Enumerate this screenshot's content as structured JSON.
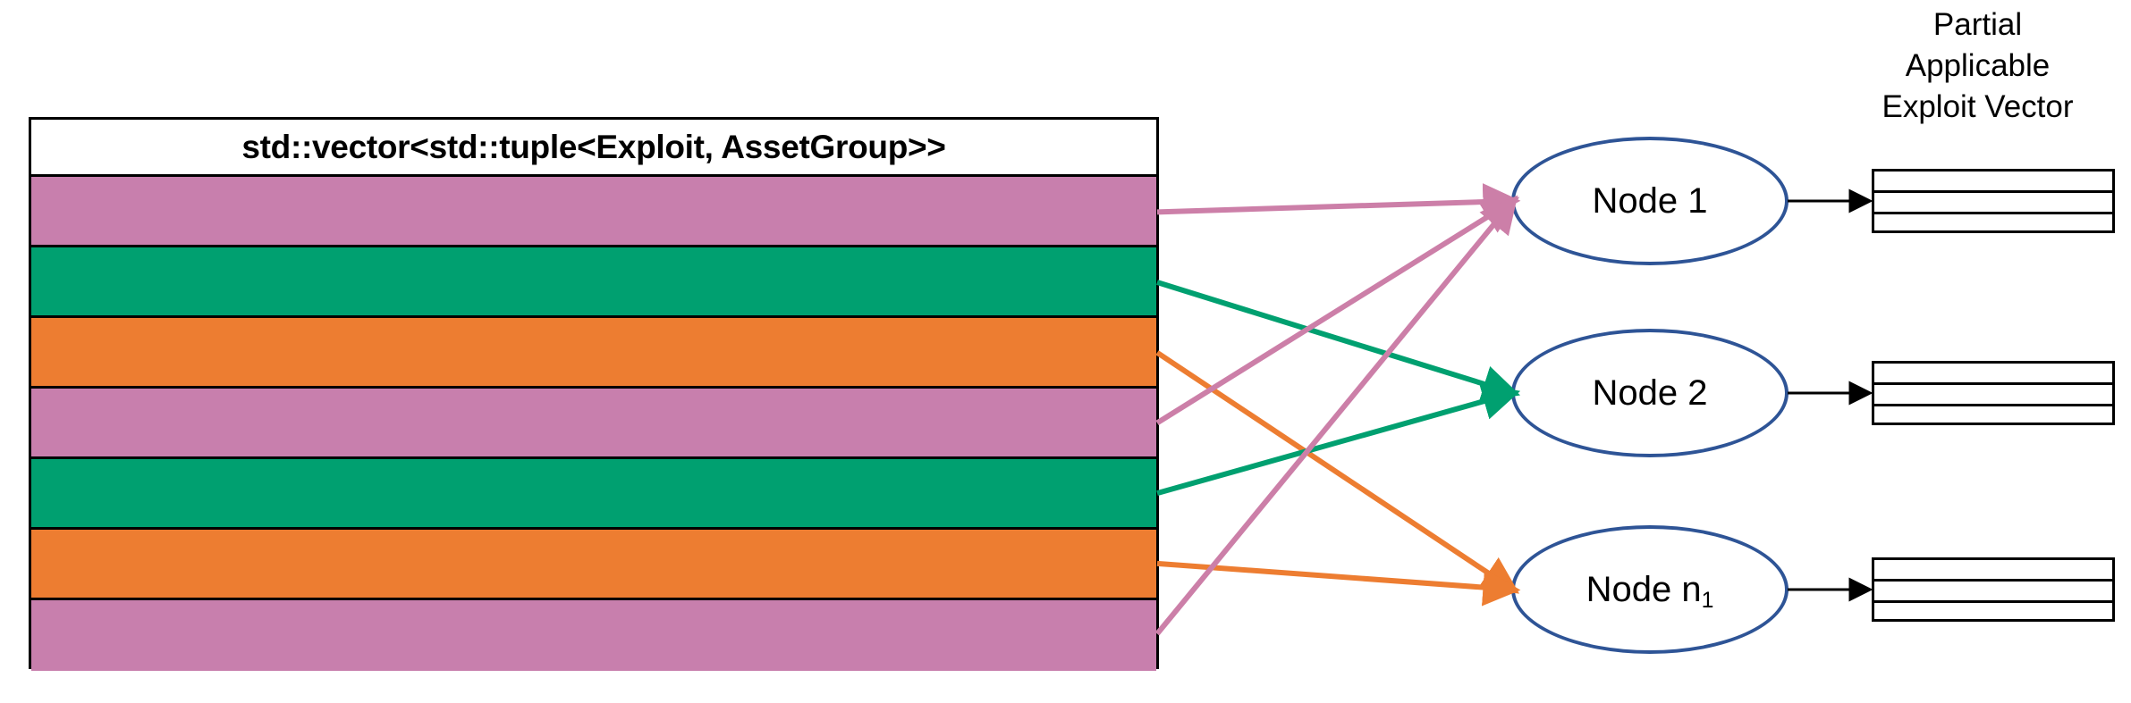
{
  "diagram": {
    "title": "std::vector<std::tuple<Exploit, AssetGroup>> distribution to nodes",
    "colors": {
      "pink": "#c87fad",
      "green": "#00a070",
      "orange": "#ed7d31",
      "node_stroke": "#2e5496",
      "border": "#000000",
      "background": "#ffffff",
      "arrow_pink": "#cc7fa8",
      "arrow_green": "#00a070",
      "arrow_orange": "#ed7d31",
      "arrow_black": "#000000"
    }
  },
  "vector_table": {
    "header_label": "std::vector<std::tuple<Exploit, AssetGroup>>",
    "rows": [
      {
        "index": 1,
        "group": "pink",
        "color": "#c87fad",
        "target_node": "Node 1"
      },
      {
        "index": 2,
        "group": "green",
        "color": "#00a070",
        "target_node": "Node 2"
      },
      {
        "index": 3,
        "group": "orange",
        "color": "#ed7d31",
        "target_node": "Node n1"
      },
      {
        "index": 4,
        "group": "pink",
        "color": "#c87fad",
        "target_node": "Node 1"
      },
      {
        "index": 5,
        "group": "green",
        "color": "#00a070",
        "target_node": "Node 2"
      },
      {
        "index": 6,
        "group": "orange",
        "color": "#ed7d31",
        "target_node": "Node n1"
      },
      {
        "index": 7,
        "group": "pink",
        "color": "#c87fad",
        "target_node": "Node 1"
      }
    ]
  },
  "nodes": [
    {
      "id": "node-1",
      "label_prefix": "Node 1",
      "label_sub": "",
      "full_label": "Node 1"
    },
    {
      "id": "node-2",
      "label_prefix": "Node 2",
      "label_sub": "",
      "full_label": "Node 2"
    },
    {
      "id": "node-n1",
      "label_prefix": "Node n",
      "label_sub": "1",
      "full_label": "Node n1"
    }
  ],
  "partial_applicable_exploit_vector": {
    "caption_lines": [
      "Partial",
      "Applicable",
      "Exploit Vector"
    ],
    "boxes": [
      {
        "for_node": "Node 1",
        "cell_count": 3,
        "cells": [
          "",
          "",
          ""
        ]
      },
      {
        "for_node": "Node 2",
        "cell_count": 3,
        "cells": [
          "",
          "",
          ""
        ]
      },
      {
        "for_node": "Node n1",
        "cell_count": 3,
        "cells": [
          "",
          "",
          ""
        ]
      }
    ]
  },
  "connections": [
    {
      "from_row": 1,
      "to_node": "Node 1",
      "color": "#cc7fa8"
    },
    {
      "from_row": 2,
      "to_node": "Node 2",
      "color": "#00a070"
    },
    {
      "from_row": 3,
      "to_node": "Node n1",
      "color": "#ed7d31"
    },
    {
      "from_row": 4,
      "to_node": "Node 1",
      "color": "#cc7fa8"
    },
    {
      "from_row": 5,
      "to_node": "Node 2",
      "color": "#00a070"
    },
    {
      "from_row": 6,
      "to_node": "Node n1",
      "color": "#ed7d31"
    },
    {
      "from_row": 7,
      "to_node": "Node 1",
      "color": "#cc7fa8"
    },
    {
      "from_node": "Node 1",
      "to_box": 1,
      "color": "#000000"
    },
    {
      "from_node": "Node 2",
      "to_box": 2,
      "color": "#000000"
    },
    {
      "from_node": "Node n1",
      "to_box": 3,
      "color": "#000000"
    }
  ]
}
